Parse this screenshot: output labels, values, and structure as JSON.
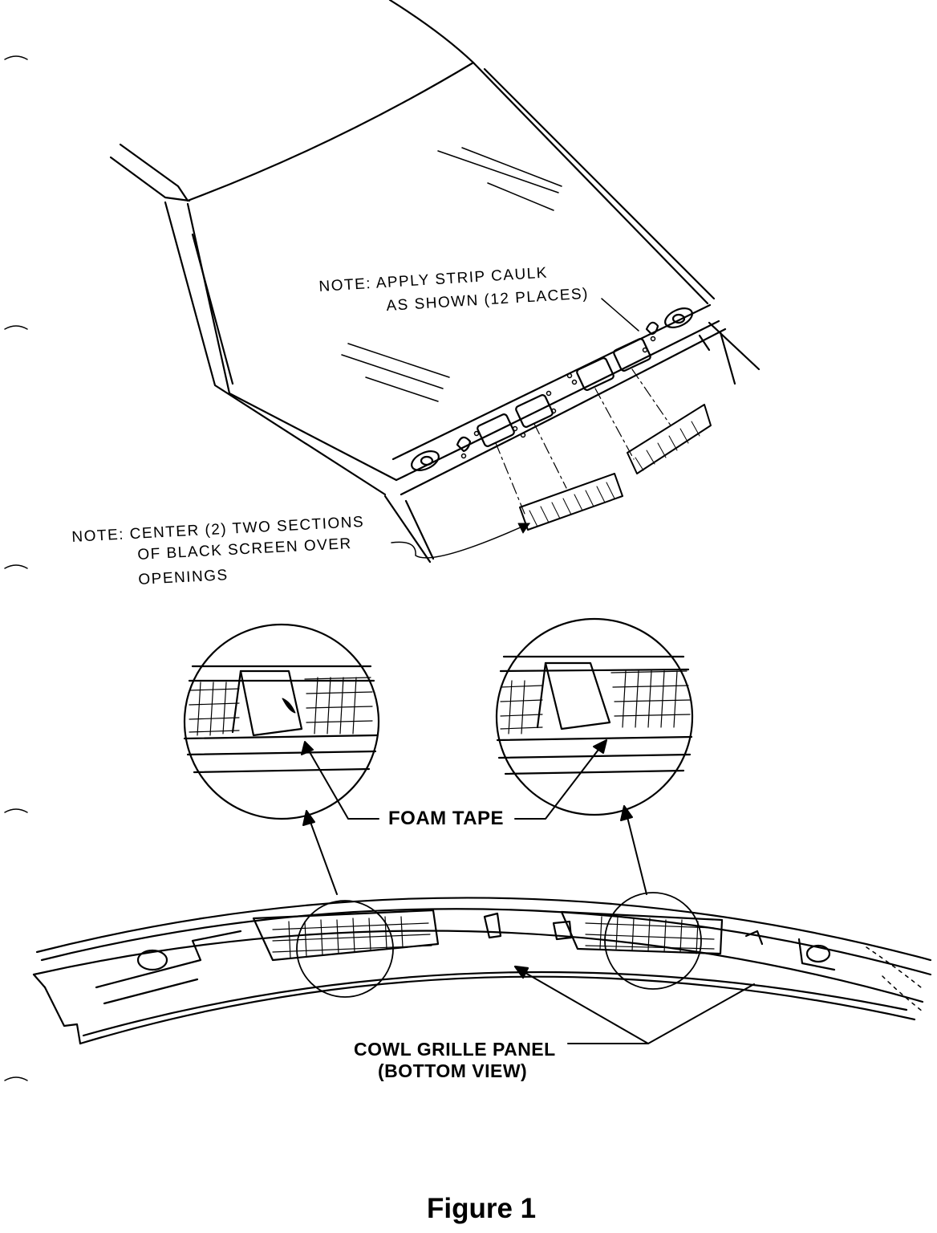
{
  "notes": {
    "caulk_line1": "NOTE:  APPLY STRIP CAULK",
    "caulk_line2": "AS SHOWN (12 PLACES)",
    "screen_line1": "NOTE:  CENTER (2) TWO SECTIONS",
    "screen_line2": "OF BLACK SCREEN OVER",
    "screen_line3": "OPENINGS"
  },
  "callouts": {
    "foam_tape": "FOAM TAPE",
    "cowl_line1": "COWL GRILLE PANEL",
    "cowl_line2": "(BOTTOM VIEW)"
  },
  "figure": {
    "caption": "Figure 1"
  }
}
